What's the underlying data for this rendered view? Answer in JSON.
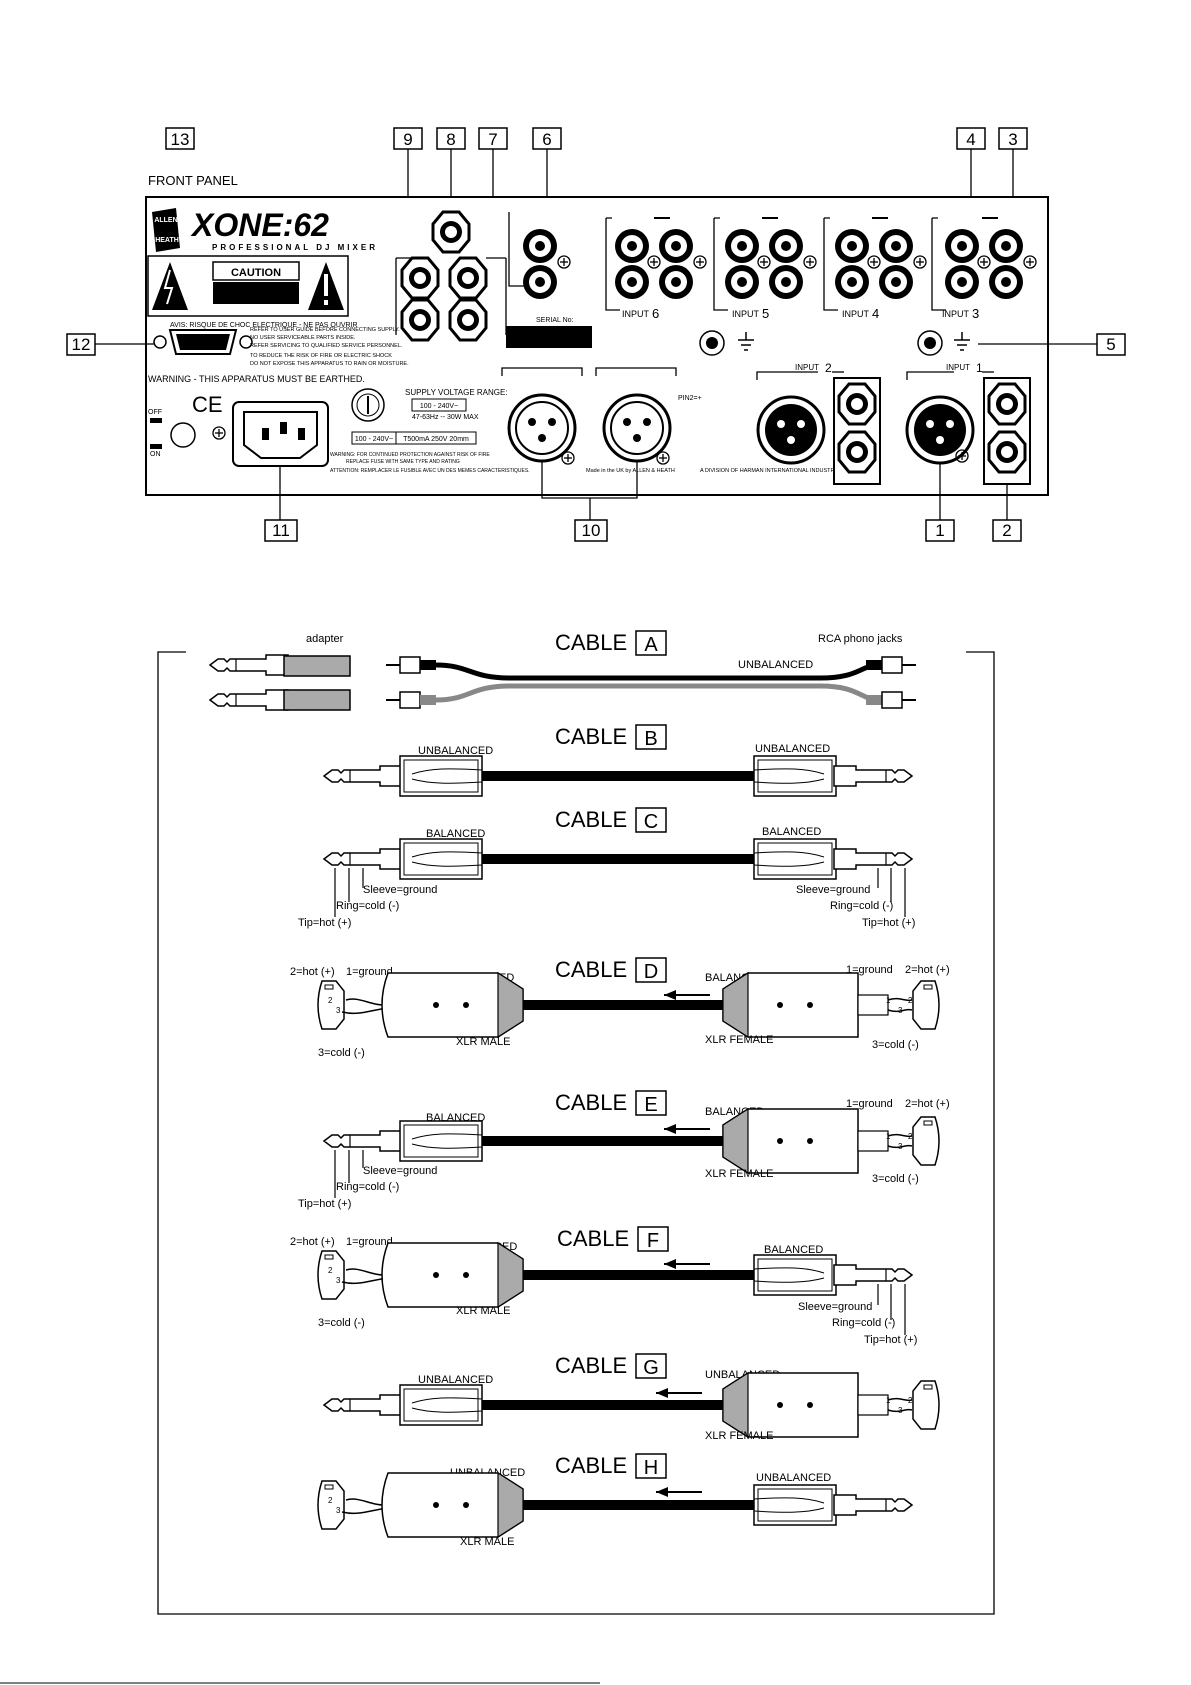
{
  "callouts": {
    "c1": "1",
    "c2": "2",
    "c3": "3",
    "c4": "4",
    "c5": "5",
    "c6": "6",
    "c7": "7",
    "c8": "8",
    "c9": "9",
    "c10": "10",
    "c11": "11",
    "c12": "12",
    "c13": "13"
  },
  "front_panel": "FRONT PANEL",
  "panel": {
    "brand": "ALLEN HEATH",
    "logo": "XONE:62",
    "subtitle": "PROFESSIONAL DJ MIXER",
    "caution": "CAUTION",
    "avis": "AVIS: RISQUE DE CHOC ELECTRIQUE - NE PAS OUVRIR",
    "user_guide_note": "REFER TO USER GUIDE BEFORE CONNECTING SUPPLY.",
    "no_user_parts": "NO USER SERVICEABLE PARTS INSIDE.",
    "refer_service": "REFER SERVICING TO QUALIFIED SERVICE PERSONNEL.",
    "reduce_risk": "TO REDUCE THE RISK OF FIRE OR ELECTRIC SHOCK",
    "no_rain": "DO NOT EXPOSE THIS APPARATUS TO RAIN OR MOISTURE.",
    "earthed": "WARNING - THIS APPARATUS MUST BE EARTHED.",
    "ce": "CE",
    "off": "OFF",
    "on": "ON",
    "supply_title": "SUPPLY VOLTAGE RANGE:",
    "supply_range": "100 - 240V~",
    "supply_freq": "47-63Hz -- 30W MAX",
    "fuse_voltage": "100 - 240V~",
    "fuse_rating": "T500mA 250V 20mm",
    "fuse_warning_1": "WARNING: FOR CONTINUED PROTECTION AGAINST RISK OF FIRE",
    "fuse_warning_2": "REPLACE FUSE WITH SAME TYPE AND RATING",
    "attention": "ATTENTION: REMPLACER LE FUSIBLE AVEC UN DES MEMES CARACTERISTIQUES.",
    "serial": "SERIAL No:",
    "pin2": "PIN2=+",
    "made_in": "Made in the UK by ALLEN & HEATH",
    "division": "A DIVISION OF HARMAN INTERNATIONAL INDUSTRIES Ltd",
    "inputs": [
      {
        "label": "INPUT",
        "num": "6"
      },
      {
        "label": "INPUT",
        "num": "5"
      },
      {
        "label": "INPUT",
        "num": "4"
      },
      {
        "label": "INPUT",
        "num": "3"
      },
      {
        "label": "INPUT",
        "num": "2"
      },
      {
        "label": "INPUT",
        "num": "1"
      }
    ]
  },
  "cables": {
    "a": {
      "title": "CABLE",
      "letter": "A",
      "adapter": "adapter",
      "rca": "RCA phono jacks",
      "mid": "UNBALANCED"
    },
    "b": {
      "title": "CABLE",
      "letter": "B",
      "left": "UNBALANCED",
      "right": "UNBALANCED"
    },
    "c": {
      "title": "CABLE",
      "letter": "C",
      "left": "BALANCED",
      "right": "BALANCED",
      "sleeve": "Sleeve=ground",
      "ring": "Ring=cold (-)",
      "tip": "Tip=hot (+)"
    },
    "d": {
      "title": "CABLE",
      "letter": "D",
      "left": "BALANCED",
      "right": "BALANCED",
      "male": "XLR MALE",
      "female": "XLR FEMALE",
      "hot": "2=hot (+)",
      "ground": "1=ground",
      "cold": "3=cold (-)"
    },
    "e": {
      "title": "CABLE",
      "letter": "E",
      "left": "BALANCED",
      "right": "BALANCED",
      "female": "XLR FEMALE"
    },
    "f": {
      "title": "CABLE",
      "letter": "F",
      "left": "BALANCED",
      "right": "BALANCED",
      "male": "XLR MALE"
    },
    "g": {
      "title": "CABLE",
      "letter": "G",
      "left": "UNBALANCED",
      "right": "UNBALANCED",
      "female": "XLR FEMALE"
    },
    "h": {
      "title": "CABLE",
      "letter": "H",
      "left": "UNBALANCED",
      "right": "UNBALANCED",
      "male": "XLR MALE"
    }
  },
  "pins": {
    "p1": "1",
    "p2": "2",
    "p3": "3"
  }
}
